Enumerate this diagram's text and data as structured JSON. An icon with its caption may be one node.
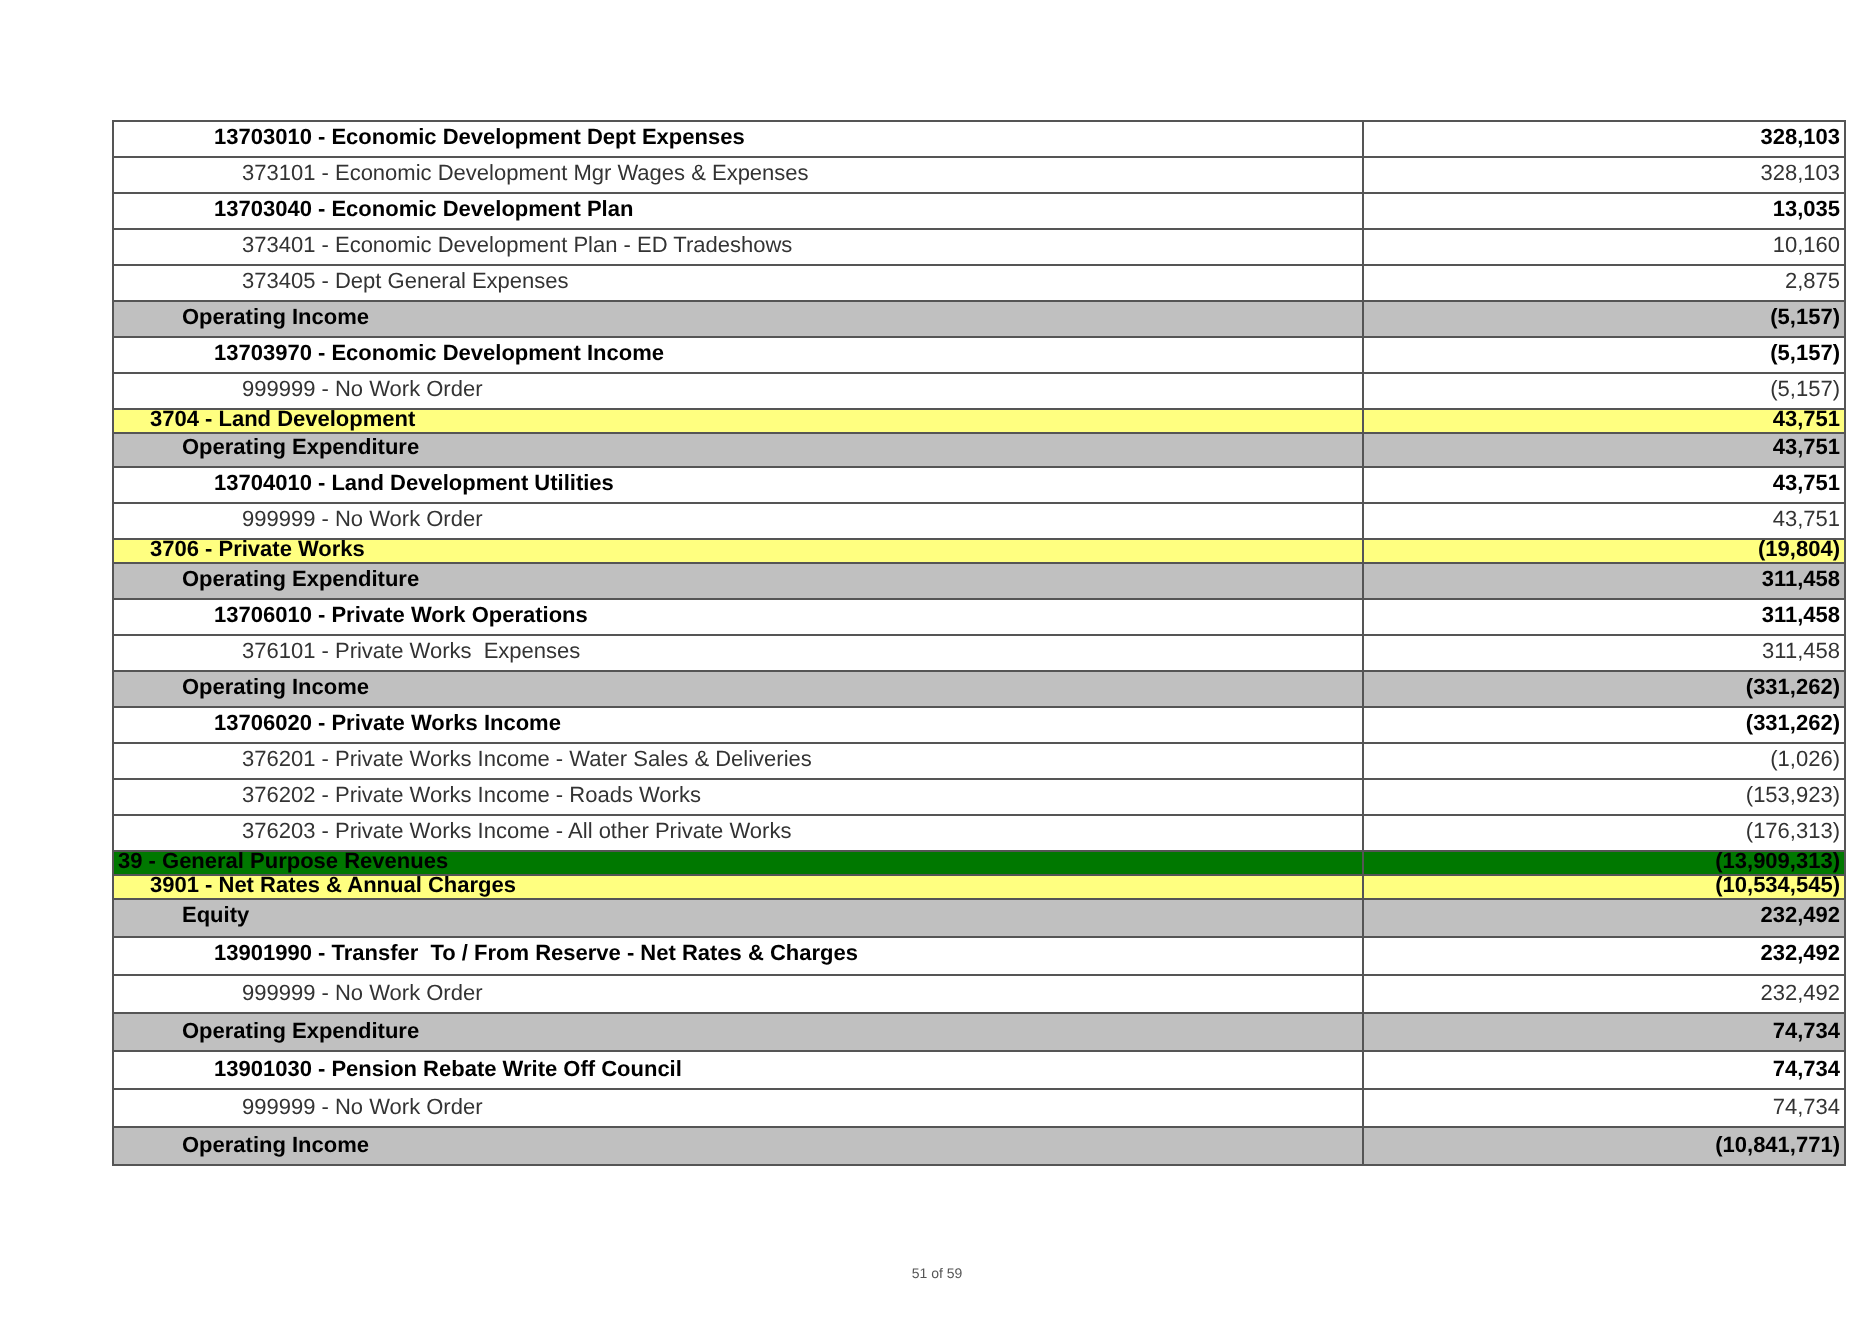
{
  "diagram": {
    "labels": [
      "13703010 - Economic Development Dept Expenses",
      "328,103",
      "373101 - Economic Development Mgr Wages & Expenses",
      "328,103",
      "13703040 - Economic Development Plan",
      "13,035",
      "373401 - Economic Development Plan - ED Tradeshows",
      "10,160",
      "373405 - Dept General Expenses",
      "2,875",
      "Operating Income",
      "(5,157)",
      "13703970 - Economic Development Income",
      "(5,157)",
      "999999 - No Work Order",
      "(5,157)",
      "3704 - Land Development",
      "43,751",
      "Operating Expenditure",
      "43,751",
      "13704010 - Land Development Utilities",
      "43,751",
      "999999 - No Work Order",
      "43,751",
      "3706 - Private Works",
      "(19,804)",
      "Operating Expenditure",
      "311,458",
      "13706010 - Private Work Operations",
      "311,458",
      "376101 - Private Works  Expenses",
      "311,458",
      "Operating Income",
      "(331,262)",
      "13706020 - Private Works Income",
      "(331,262)",
      "376201 - Private Works Income - Water Sales & Deliveries",
      "(1,026)",
      "376202 - Private Works Income - Roads Works",
      "(153,923)",
      "376203 - Private Works Income - All other Private Works",
      "(176,313)",
      "39 - General Purpose Revenues",
      "(13,909,313)",
      "3901 - Net Rates & Annual Charges",
      "(10,534,545)",
      "Equity",
      "232,492",
      "13901990 - Transfer  To / From Reserve - Net Rates & Charges",
      "232,492",
      "999999 - No Work Order",
      "232,492",
      "Operating Expenditure",
      "74,734",
      "13901030 - Pension Rebate Write Off Council",
      "74,734",
      "999999 - No Work Order",
      "74,734",
      "Operating Income",
      "(10,841,771)",
      "51 of 59"
    ]
  }
}
